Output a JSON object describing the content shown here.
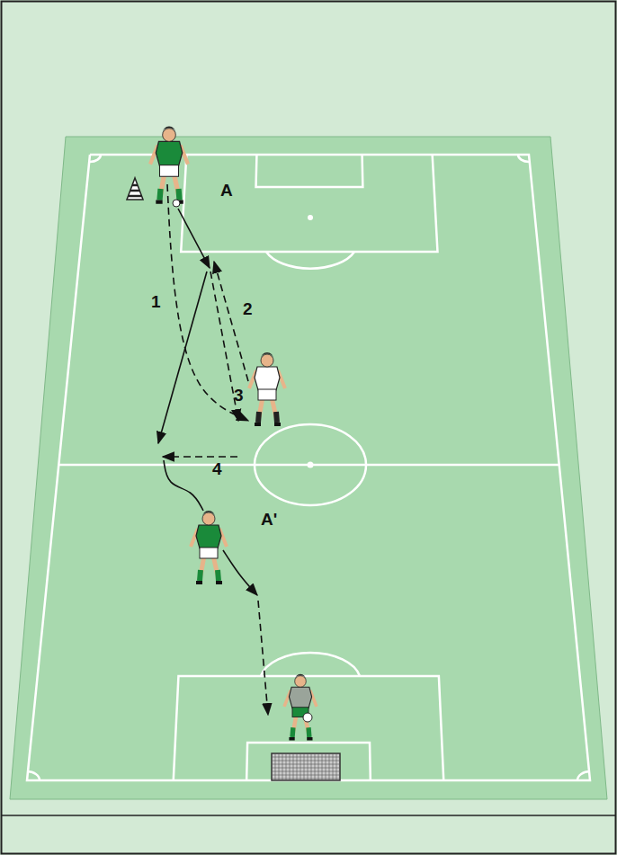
{
  "diagram": {
    "labels": [
      "A",
      "1",
      "2",
      "3",
      "4",
      "A'"
    ]
  }
}
